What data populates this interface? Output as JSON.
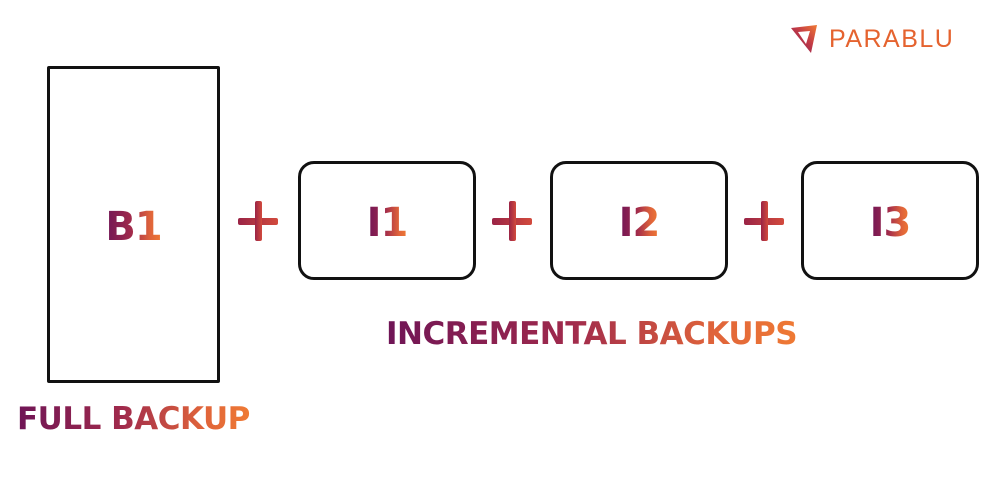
{
  "brand": {
    "name": "PARABLU",
    "logo_icon": "parablu-logo-icon",
    "color": "#e5632f"
  },
  "full_backup": {
    "box_label": "B1",
    "caption": "FULL BACKUP"
  },
  "incremental_backups": {
    "boxes": [
      {
        "label": "I1"
      },
      {
        "label": "I2"
      },
      {
        "label": "I3"
      }
    ],
    "caption": "INCREMENTAL BACKUPS"
  },
  "operators": [
    "+",
    "+",
    "+"
  ],
  "colors": {
    "gradient_start": "#6f1556",
    "gradient_end": "#ef7a34",
    "box_border": "#111111",
    "plus": "#b0303f"
  }
}
